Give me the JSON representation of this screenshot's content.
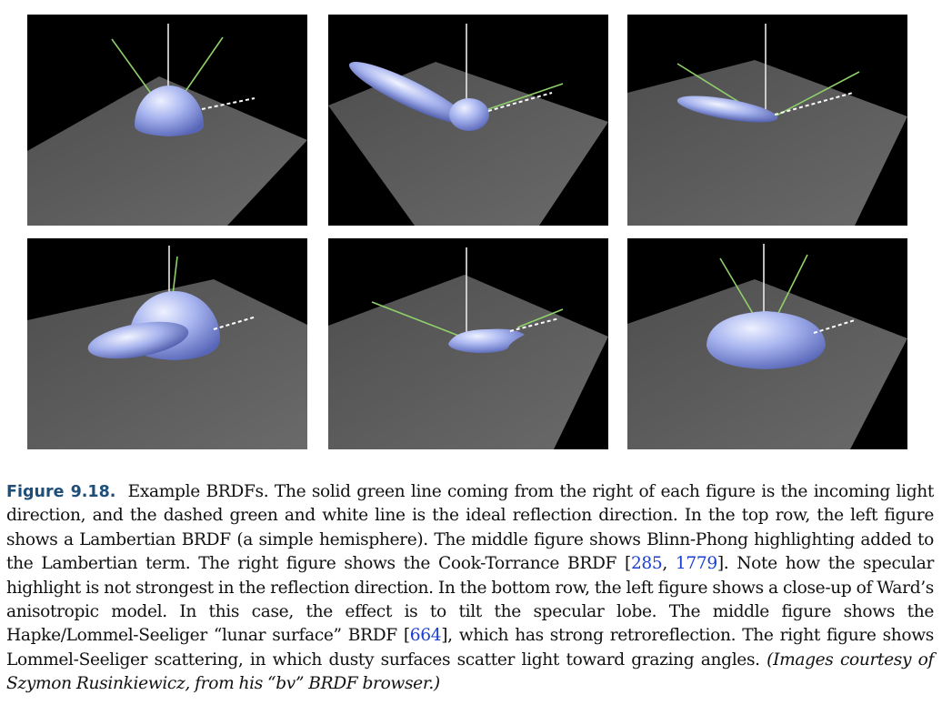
{
  "panels": [
    {
      "id": "p1",
      "lobe": "lambertian-hemisphere"
    },
    {
      "id": "p2",
      "lobe": "blinn-phong"
    },
    {
      "id": "p3",
      "lobe": "cook-torrance"
    },
    {
      "id": "p4",
      "lobe": "ward-anisotropic"
    },
    {
      "id": "p5",
      "lobe": "hapke-lommel-seeliger"
    },
    {
      "id": "p6",
      "lobe": "lommel-seeliger"
    }
  ],
  "colors": {
    "background": "#000000",
    "surface": "#5a5a5a",
    "lobe": "#a9b6f0",
    "light_line": "#8fd06a",
    "normal_line": "#e6e6e6"
  },
  "caption": {
    "label": "Figure 9.18.",
    "text_1": "Example BRDFs. The solid green line coming from the right of each figure is the incoming light direction, and the dashed green and white line is the ideal reflection direction. In the top row, the left figure shows a Lambertian BRDF (a simple hemisphere). The middle figure shows Blinn-Phong highlighting added to the Lambertian term. The right figure shows the Cook-Torrance BRDF [",
    "cite_1": "285",
    "sep": ", ",
    "cite_2": "1779",
    "text_2": "]. Note how the specular highlight is not strongest in the reflection direction. In the bottom row, the left figure shows a close-up of Ward’s anisotropic model. In this case, the effect is to tilt the specular lobe. The middle figure shows the Hapke/Lommel-Seeliger “lunar surface” BRDF [",
    "cite_3": "664",
    "text_3": "], which has strong retroreflection. The right figure shows Lommel-Seeliger scattering, in which dusty surfaces scatter light toward grazing angles.",
    "credit": "(Images courtesy of Szymon Rusinkiewicz, from his “bv” BRDF browser.)"
  }
}
